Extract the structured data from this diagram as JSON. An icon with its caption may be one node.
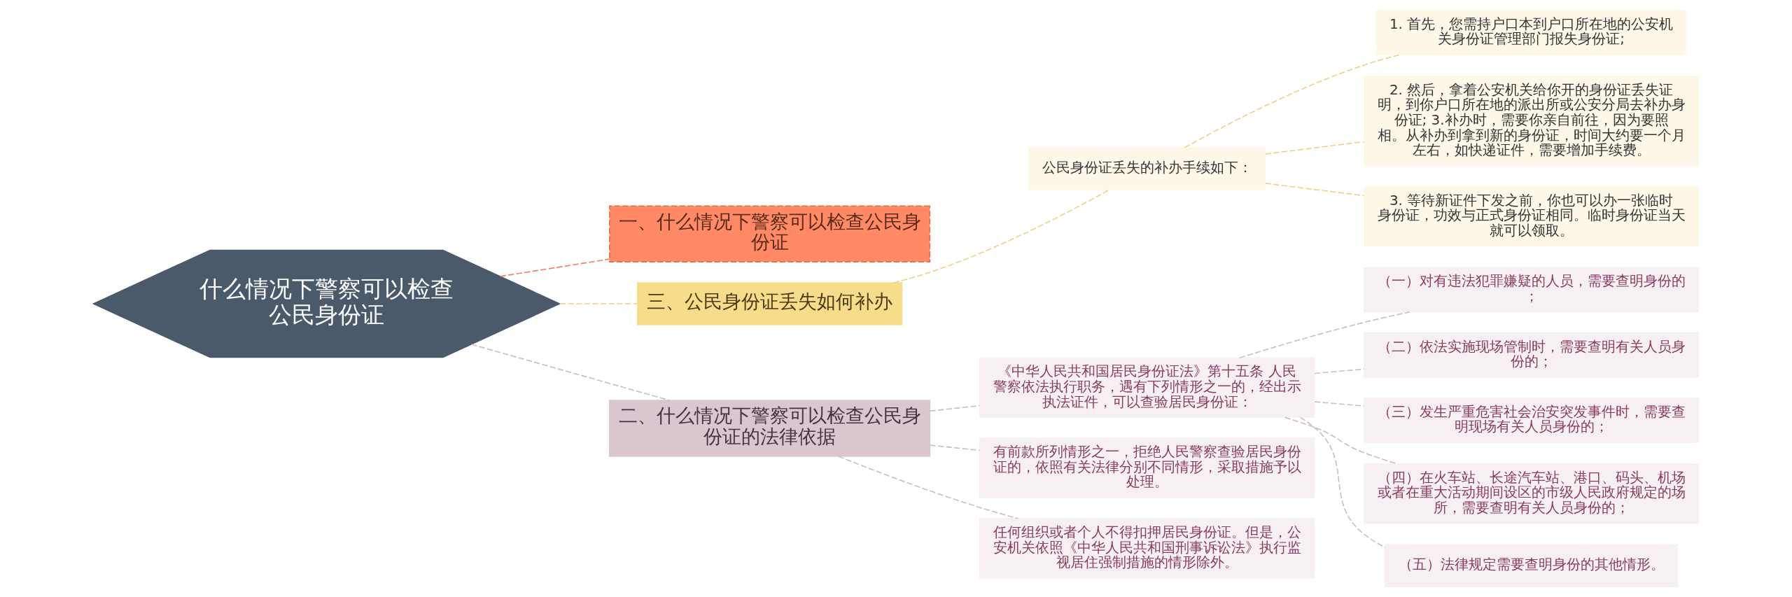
{
  "diagram": {
    "nodes": [
      {
        "text": [
          "什么情况下警察可以检查公民身份证"
        ]
      },
      {
        "text": [
          "一、什么情况下警察可以检查公民身份证"
        ]
      },
      {
        "text": [
          "三、公民身份证丢失如何补办"
        ]
      },
      {
        "text": [
          "二、什么情况下警察可以检查公民身份证的法律依据"
        ]
      },
      {
        "text": [
          "《中华人民共和国居民身份证法》第十五条 人民警察依法执行职务，遇有下列情形之一的，经出示执法证件，可以查验居民身份证："
        ]
      },
      {
        "text": [
          "（一）对有违法犯罪嫌疑的人员，需要查明身份的；"
        ]
      },
      {
        "text": [
          "（二）依法实施现场管制时，需要查明有关人员身份的；"
        ]
      },
      {
        "text": [
          "（三）发生严重危害社会治安突发事件时，需要查明现场有关人员身份的；"
        ]
      },
      {
        "text": [
          "（四）在火车站、长途汽车站、港口、码头、机场或者在重大活动期间设区的市级人民政府规定的场所，需要查明有关人员身份的；"
        ]
      },
      {
        "text": [
          "（五）法律规定需要查明身份的其他情形。"
        ]
      },
      {
        "text": [
          "有前款所列情形之一，拒绝人民警察查验居民身份证的，依照有关法律分别不同情形，采取措施予以处理。"
        ]
      },
      {
        "text": [
          "任何组织或者个人不得扣押居民身份证。但是，公安机关依照《中华人民共和国刑事诉讼法》执行监视居住强制措施的情形除外。"
        ]
      },
      {
        "text": [
          "公民身份证丢失的补办手续如下："
        ]
      },
      {
        "text": [
          "1. 首先，您需持户口本到户口所在地的公安机关身份证管理部门报失身份证;"
        ]
      },
      {
        "text": [
          "2. 然后，拿着公安机关给你开的身份证丢失证明，到你户口所在地的派出所或公安分局去补办身份证; 3.补办时，需要你亲自前往，因为要照相。从补办到拿到新的身份证，时间大约要一个月左右，如快递证件，需要增加手续费。"
        ]
      },
      {
        "text": [
          "3. 等待新证件下发之前，你也可以办一张临时身份证，功效与正式身份证相同。临时身份证当天就可以领取。"
        ]
      }
    ],
    "edges": [
      {
        "from": 0,
        "to": 1,
        "arrow": "none",
        "style": "dashed",
        "color": "#f08060"
      },
      {
        "from": 0,
        "to": 2,
        "arrow": "none",
        "style": "dashed",
        "color": "#e8d48a"
      },
      {
        "from": 0,
        "to": 3,
        "arrow": "none",
        "style": "dashed"
      },
      {
        "from": 3,
        "to": 4,
        "arrow": "none",
        "style": "dashed"
      },
      {
        "from": 4,
        "to": 5,
        "arrow": "none",
        "style": "dashed"
      },
      {
        "from": 4,
        "to": 6,
        "arrow": "none",
        "style": "dashed"
      },
      {
        "from": 4,
        "to": 7,
        "arrow": "none",
        "style": "dashed"
      },
      {
        "from": 4,
        "to": 8,
        "arrow": "none",
        "style": "dashed"
      },
      {
        "from": 4,
        "to": 9,
        "arrow": "none",
        "style": "dashed"
      },
      {
        "from": 3,
        "to": 10,
        "arrow": "none",
        "style": "dashed"
      },
      {
        "from": 3,
        "to": 11,
        "arrow": "none",
        "style": "dashed"
      },
      {
        "from": 2,
        "to": 12,
        "arrow": "none",
        "style": "dashed",
        "color": "#e8d48a"
      },
      {
        "from": 12,
        "to": 13,
        "arrow": "none",
        "style": "dashed",
        "color": "#e8d48a"
      },
      {
        "from": 12,
        "to": 14,
        "arrow": "none",
        "style": "dashed",
        "color": "#e8d48a"
      },
      {
        "from": 12,
        "to": 15,
        "arrow": "none",
        "style": "dashed",
        "color": "#e8d48a"
      }
    ]
  }
}
